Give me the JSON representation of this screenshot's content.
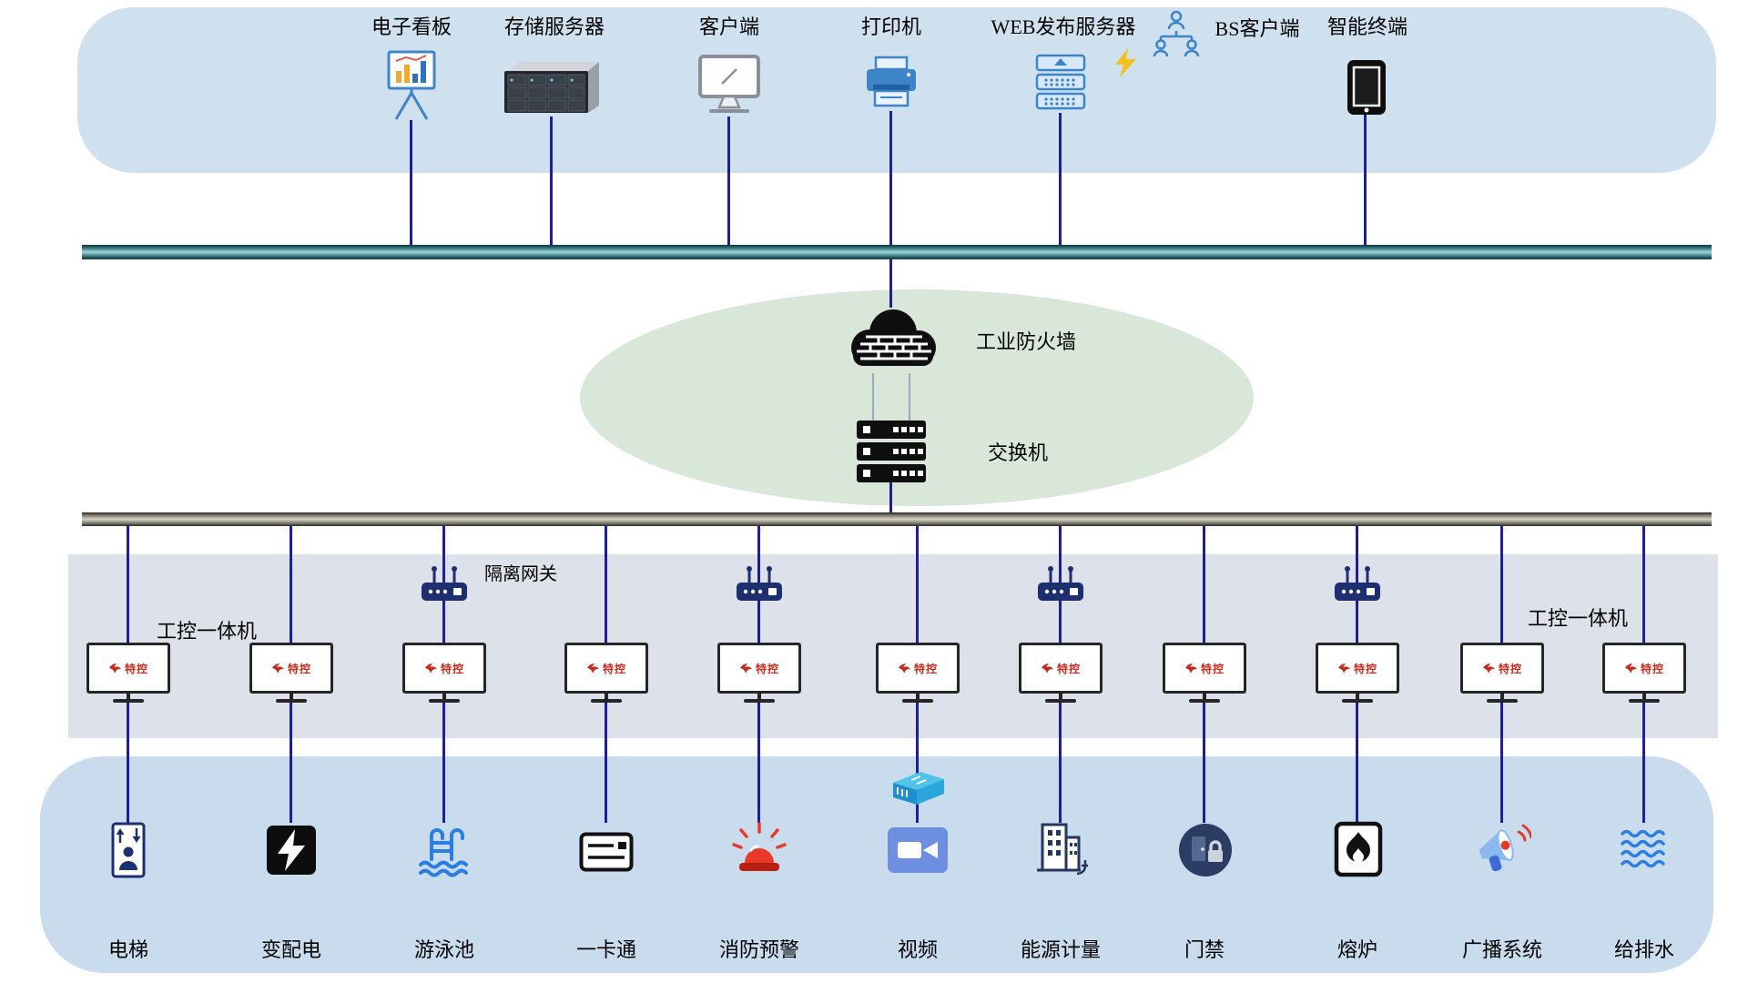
{
  "colors": {
    "top_panel": "#cfe0ef",
    "bottom_panel": "#c9dcee",
    "control_band": "#dde1e9",
    "core_ellipse": "#d9e7d9",
    "connector_line": "#1e1e96",
    "upper_bus_teal": "#2c6d75",
    "lower_bus_gray": "#8a867a",
    "brand_red": "#c42b1c",
    "device_blue": "#3d85c8",
    "gateway_navy": "#1d2f6e"
  },
  "top": {
    "items": [
      {
        "icon": "kanban-board-icon",
        "label": "电子看板"
      },
      {
        "icon": "storage-server-icon",
        "label": "存储服务器"
      },
      {
        "icon": "client-monitor-icon",
        "label": "客户端"
      },
      {
        "icon": "printer-icon",
        "label": "打印机"
      },
      {
        "icon": "web-server-icon",
        "label": "WEB发布服务器"
      },
      {
        "icon": "bs-client-icon",
        "label": "BS客户端"
      },
      {
        "icon": "smart-terminal-icon",
        "label": "智能终端"
      }
    ]
  },
  "core": {
    "firewall_label": "工业防火墙",
    "switch_label": "交换机"
  },
  "control": {
    "gateway_label": "隔离网关",
    "ipc_label_left": "工控一体机",
    "ipc_label_right": "工控一体机",
    "monitor_logo": "特控"
  },
  "field": {
    "items": [
      {
        "icon": "elevator-icon",
        "label": "电梯"
      },
      {
        "icon": "power-distribution-icon",
        "label": "变配电"
      },
      {
        "icon": "swimming-pool-icon",
        "label": "游泳池"
      },
      {
        "icon": "card-icon",
        "label": "一卡通"
      },
      {
        "icon": "fire-alarm-icon",
        "label": "消防预警"
      },
      {
        "icon": "video-icon",
        "label": "视频"
      },
      {
        "icon": "energy-meter-icon",
        "label": "能源计量"
      },
      {
        "icon": "access-control-icon",
        "label": "门禁"
      },
      {
        "icon": "furnace-icon",
        "label": "熔炉"
      },
      {
        "icon": "broadcast-icon",
        "label": "广播系统"
      },
      {
        "icon": "water-icon",
        "label": "给排水"
      }
    ]
  }
}
